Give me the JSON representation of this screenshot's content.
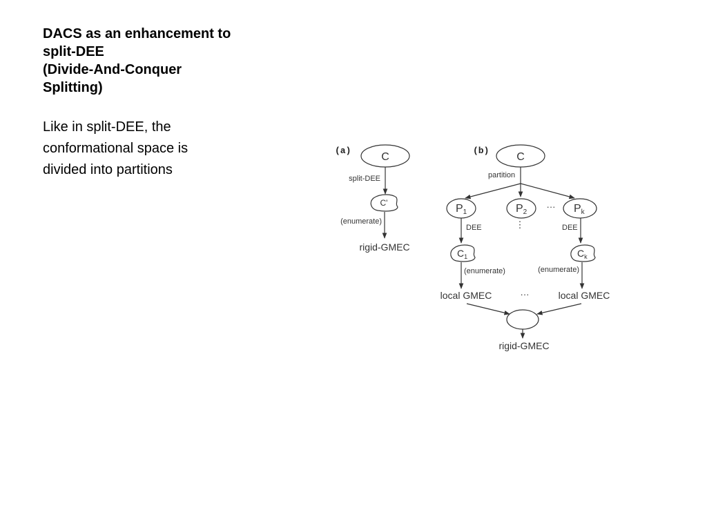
{
  "slide": {
    "title_lines": [
      "DACS as an enhancement to",
      "split-DEE",
      "(Divide-And-Conquer",
      "Splitting)"
    ],
    "body_lines": [
      "Like in split-DEE, the",
      "conformational space is",
      "divided into partitions"
    ]
  },
  "diagram": {
    "panel_a": {
      "label": "(a)",
      "root": "C",
      "edge1": "split-DEE",
      "reduced": "C'",
      "edge2": "(enumerate)",
      "result": "rigid-GMEC"
    },
    "panel_b": {
      "label": "(b)",
      "root": "C",
      "edge_partition": "partition",
      "p1": "P",
      "p1_sub": "1",
      "p2": "P",
      "p2_sub": "2",
      "pk": "P",
      "pk_sub": "k",
      "ellipsis": "···",
      "vdots": "⋮",
      "dee_left": "DEE",
      "dee_right": "DEE",
      "c1": "C",
      "c1_sub": "1",
      "ck": "C",
      "ck_sub": "k",
      "enum_left": "(enumerate)",
      "enum_right": "(enumerate)",
      "local_left": "local GMEC",
      "local_right": "local GMEC",
      "ellipsis_local": "···",
      "result": "rigid-GMEC"
    }
  }
}
